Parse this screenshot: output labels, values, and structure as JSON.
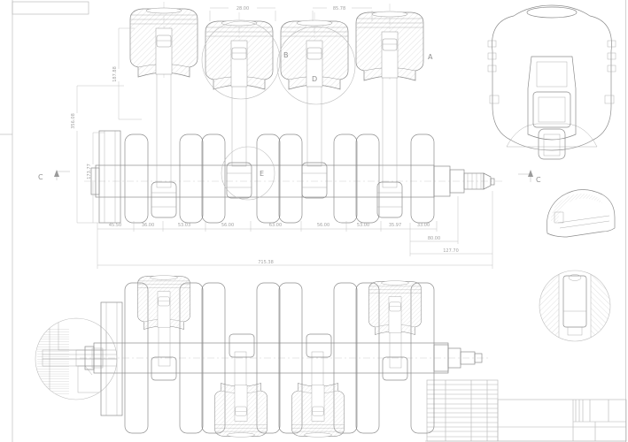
{
  "drawing": {
    "type": "engineering-cad-drawing",
    "subject": "crankshaft and piston assembly, sectioned views",
    "colors": {
      "background": "#ffffff",
      "main_line": "#8d8d8d",
      "dim_line": "#bdbdbd",
      "dim_text": "#a3a3a3",
      "hatch": "#c8c8c8"
    }
  },
  "dimensions": {
    "top": [
      "28.00",
      "85.78"
    ],
    "left_vertical": [
      "187.88",
      "356.08",
      "173.77"
    ],
    "chain": [
      "45.50",
      "36.00",
      "53.03",
      "56.00",
      "63.00",
      "56.00",
      "53.00",
      "35.97",
      "33.00"
    ],
    "overall": [
      "80.00",
      "127.70",
      "715.38"
    ]
  },
  "section_labels": {
    "a": "A",
    "b": "B",
    "c_left": "C",
    "c_right": "C",
    "d": "D",
    "e": "E"
  }
}
